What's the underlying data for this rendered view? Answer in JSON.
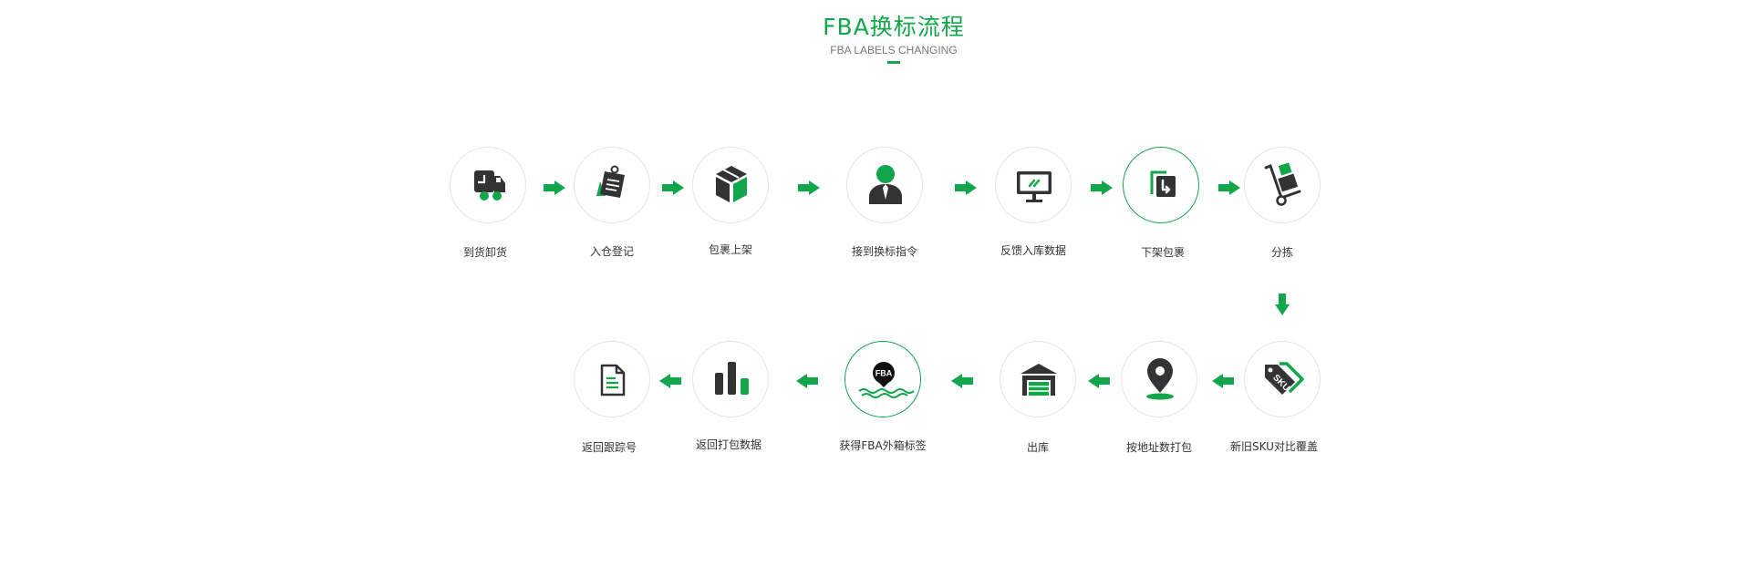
{
  "header": {
    "title": "FBA换标流程",
    "subtitle": "FBA LABELS CHANGING"
  },
  "colors": {
    "accent": "#12a64a",
    "icon_dark": "#333333",
    "border": "#e4e4e4"
  },
  "steps": [
    {
      "label": "到货卸货",
      "icon": "truck-icon"
    },
    {
      "label": "入仓登记",
      "icon": "register-icon"
    },
    {
      "label": "包裹上架",
      "icon": "box-icon"
    },
    {
      "label": "接到换标指令",
      "icon": "person-icon"
    },
    {
      "label": "反馈入库数据",
      "icon": "monitor-icon"
    },
    {
      "label": "下架包裹",
      "icon": "download-icon"
    },
    {
      "label": "分拣",
      "icon": "hand-truck-icon"
    },
    {
      "label": "新旧SKU对比覆盖",
      "icon": "sku-tag-icon"
    },
    {
      "label": "按地址数打包",
      "icon": "location-pin-icon"
    },
    {
      "label": "出库",
      "icon": "warehouse-icon"
    },
    {
      "label": "获得FBA外箱标签",
      "icon": "fba-label-icon",
      "icon_text": "FBA"
    },
    {
      "label": "返回打包数据",
      "icon": "bar-chart-icon"
    },
    {
      "label": "返回跟踪号",
      "icon": "document-icon"
    }
  ]
}
